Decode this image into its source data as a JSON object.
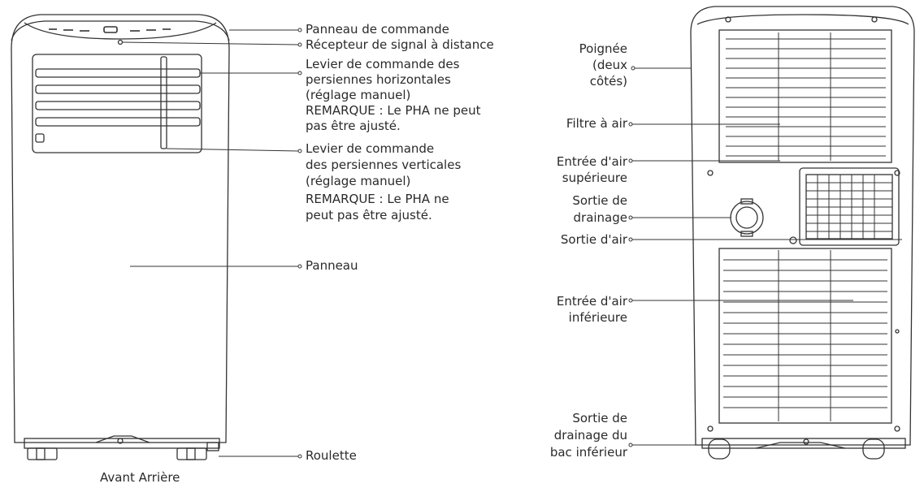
{
  "front_labels": {
    "control_panel": "Panneau de commande",
    "remote_receiver": "Récepteur de signal à distance",
    "horizontal_louver_lever": [
      "Levier de commande des",
      "persiennes horizontales",
      "(réglage manuel)",
      "REMARQUE : Le PHA ne peut",
      "pas être ajusté."
    ],
    "vertical_louver_lever": [
      "Levier de commande",
      "des persiennes verticales",
      "(réglage manuel)",
      "REMARQUE : Le PHA ne",
      "peut pas être ajusté."
    ],
    "panel": "Panneau",
    "caster": "Roulette"
  },
  "caption": "Avant Arrière",
  "rear_labels": {
    "handle": [
      "Poignée",
      "(deux",
      "côtés)"
    ],
    "air_filter": "Filtre à air",
    "upper_air_inlet": [
      "Entrée d'air",
      "supérieure"
    ],
    "drain_outlet": [
      "Sortie de",
      "drainage"
    ],
    "air_outlet": "Sortie d'air",
    "lower_air_inlet": [
      "Entrée d'air",
      "inférieure"
    ],
    "bottom_tray_drain": [
      "Sortie de",
      "drainage du",
      "bac inférieur"
    ]
  },
  "colors": {
    "line": "#333333",
    "text": "#2a2a2a"
  }
}
